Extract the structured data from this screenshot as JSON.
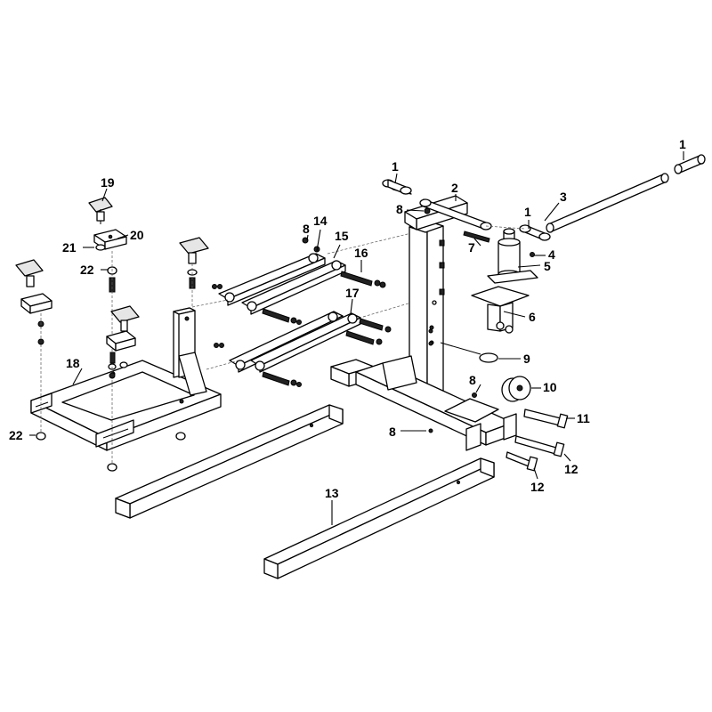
{
  "callouts": {
    "c1a": "1",
    "c1b": "1",
    "c1c": "1",
    "c2": "2",
    "c3": "3",
    "c4": "4",
    "c5": "5",
    "c6": "6",
    "c7": "7",
    "c8a": "8",
    "c8b": "8",
    "c8c": "8",
    "c8d": "8",
    "c9": "9",
    "c10": "10",
    "c11": "11",
    "c12a": "12",
    "c12b": "12",
    "c13": "13",
    "c14": "14",
    "c15": "15",
    "c16": "16",
    "c17": "17",
    "c18": "18",
    "c19": "19",
    "c20": "20",
    "c21": "21",
    "c22a": "22",
    "c22b": "22"
  }
}
